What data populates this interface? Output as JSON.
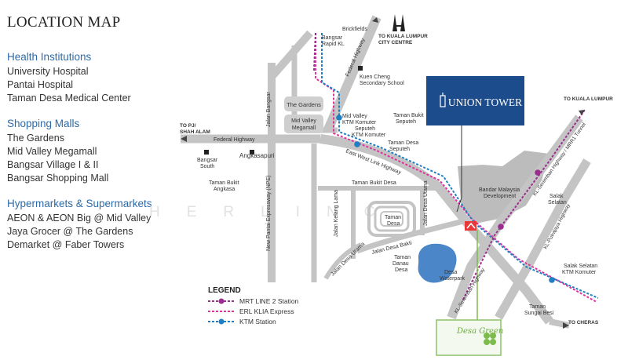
{
  "title": "LOCATION MAP",
  "categories": [
    {
      "heading": "Health Institutions",
      "items": [
        "University Hospital",
        "Pantai Hospital",
        "Taman Desa Medical Center"
      ]
    },
    {
      "heading": "Shopping Malls",
      "items": [
        "The Gardens",
        "Mid Valley Megamall",
        "Bangsar Village I & II",
        "Bangsar Shopping Mall"
      ]
    },
    {
      "heading": "Hypermarkets & Supermarkets",
      "items": [
        "AEON & AEON Big @ Mid Valley",
        "Jaya Grocer @ The Gardens",
        "Demarket @ Faber Towers"
      ]
    }
  ],
  "watermark": "HERLINC",
  "map": {
    "labels": {
      "brickfields": "Brickfields",
      "to_kl_city_1": "TO KUALA LUMPUR",
      "to_kl_city_2": "CITY CENTRE",
      "bangsar_rapid_1": "Bangsar",
      "bangsar_rapid_2": "Rapid KL",
      "federal_hwy_v": "Federal Highway",
      "kuen_cheng_1": "Kuen Cheng",
      "kuen_cheng_2": "Secondary School",
      "the_gardens": "The Gardens",
      "mid_valley_1": "Mid Valley",
      "mid_valley_2": "Megamall",
      "mv_ktm_1": "Mid Valley",
      "mv_ktm_2": "KTM Komuter",
      "seputeh_ktm_1": "Seputeh",
      "seputeh_ktm_2": "KTM Komuter",
      "taman_bukit_seputeh_1": "Taman Bukit",
      "taman_bukit_seputeh_2": "Seputeh",
      "taman_desa_seputeh_1": "Taman Desa",
      "taman_desa_seputeh_2": "Seputeh",
      "union_tower": "UNION TOWER",
      "to_kl_right": "TO KUALA LUMPUR",
      "to_pj_1": "TO PJ/",
      "to_pj_2": "SHAH ALAM",
      "federal_hwy_h": "Federal Highway",
      "jalan_bangsar": "Jalan Bangsar",
      "bangsar_south_1": "Bangsar",
      "bangsar_south_2": "South",
      "angkasapuri": "Angkasapuri",
      "taman_bukit_angkasa_1": "Taman Bukit",
      "taman_bukit_angkasa_2": "Angkasa",
      "npe": "New Pantai Expressway (NPE)",
      "east_west": "East West Link Highway",
      "taman_bukit_desa": "Taman Bukit Desa",
      "jalan_kelang_lama": "Jalan Kelang Lama",
      "taman_desa_1": "Taman",
      "taman_desa_2": "Desa",
      "jalan_desa_utama": "Jalan Desa Utama",
      "jalan_desa_bakti": "Jalan Desa Bakti",
      "jalan_desa_utama2": "Jalan Desa Utama",
      "bandar_malaysia_1": "Bandar Malaysia",
      "bandar_malaysia_2": "Development",
      "salak_selatan_1": "Salak",
      "salak_selatan_2": "Selatan",
      "kl_seremban": "KL-Seremban Highway / MRR1 Tunnel",
      "kl_putrajaya": "KL-Putrajaya Highway",
      "taman_danau_1": "Taman",
      "taman_danau_2": "Danau",
      "taman_danau_3": "Desa",
      "desa_waterpark_1": "Desa",
      "desa_waterpark_2": "Waterpark",
      "salak_ktm_1": "Salak Selatan",
      "salak_ktm_2": "KTM Komuter",
      "taman_sungai_besi_1": "Taman",
      "taman_sungai_besi_2": "Sungai Besi",
      "to_cheras": "TO CHERAS",
      "kl_seremban2": "KL-Seremban Highway",
      "desa_green": "Desa Green"
    },
    "legend": {
      "title": "LEGEND",
      "items": [
        {
          "label": "MRT LINE 2 Station",
          "color": "#9b2d8e"
        },
        {
          "label": "ERL KLIA Express",
          "color": "#e0329a"
        },
        {
          "label": "KTM Station",
          "color": "#1f7fc2"
        }
      ]
    },
    "colors": {
      "road": "#c4c4c4",
      "mrt": "#9b2d8e",
      "erl": "#e0329a",
      "ktm": "#1f7fc2",
      "union_tower": "#1d4c8c",
      "lake": "#4a86c8",
      "project": "#e8393a"
    }
  }
}
